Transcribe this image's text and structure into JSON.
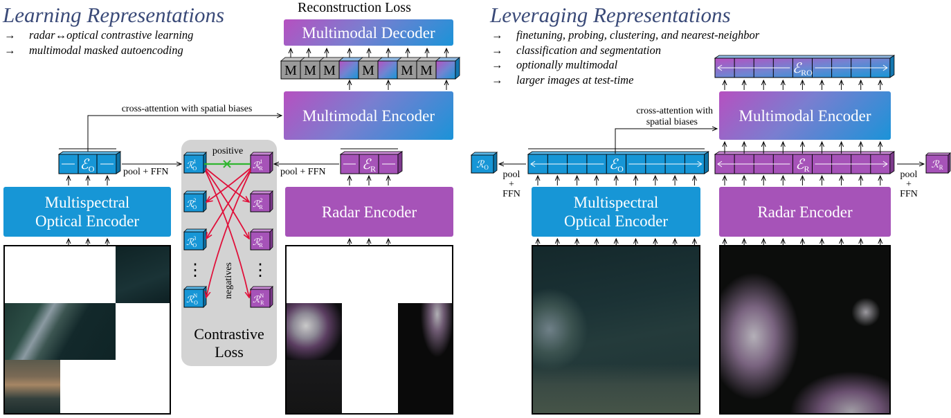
{
  "left": {
    "title": "Learning Representations",
    "bullets": [
      "radar↔optical contrastive learning",
      "multimodal masked autoencoding"
    ],
    "reconstruction_loss": "Reconstruction Loss",
    "decoder_label": "Multimodal Decoder",
    "encoder_label": "Multimodal Encoder",
    "cross_attention": "cross-attention with spatial biases",
    "mask_token": "M",
    "optical_encoder": [
      "Multispectral",
      "Optical Encoder"
    ],
    "radar_encoder": "Radar Encoder",
    "pool_ffn": "pool + FFN",
    "positive": "positive",
    "negatives": "negatives",
    "contrastive_loss": [
      "Contrastive",
      "Loss"
    ],
    "ellipsis": "⋮"
  },
  "right": {
    "title": "Leveraging Representations",
    "bullets": [
      "finetuning, probing, clustering, and nearest-neighbor",
      "classification and segmentation",
      "optionally multimodal",
      "larger images at test-time"
    ],
    "encoder_label": "Multimodal Encoder",
    "cross_attention": [
      "cross-attention with",
      "spatial biases"
    ],
    "optical_encoder": [
      "Multispectral",
      "Optical Encoder"
    ],
    "radar_encoder": "Radar Encoder",
    "pool": "pool",
    "plus": "+",
    "ffn": "FFN"
  },
  "bullet_arrow": "→",
  "colors": {
    "optical": "#1796d6",
    "radar": "#a653b8",
    "title": "#3a4a78",
    "negative_arrow": "#e0103a",
    "positive_line": "#2fb52f",
    "mask_token": "#9a9a9a",
    "contrastive_panel": "#d3d3d3"
  }
}
